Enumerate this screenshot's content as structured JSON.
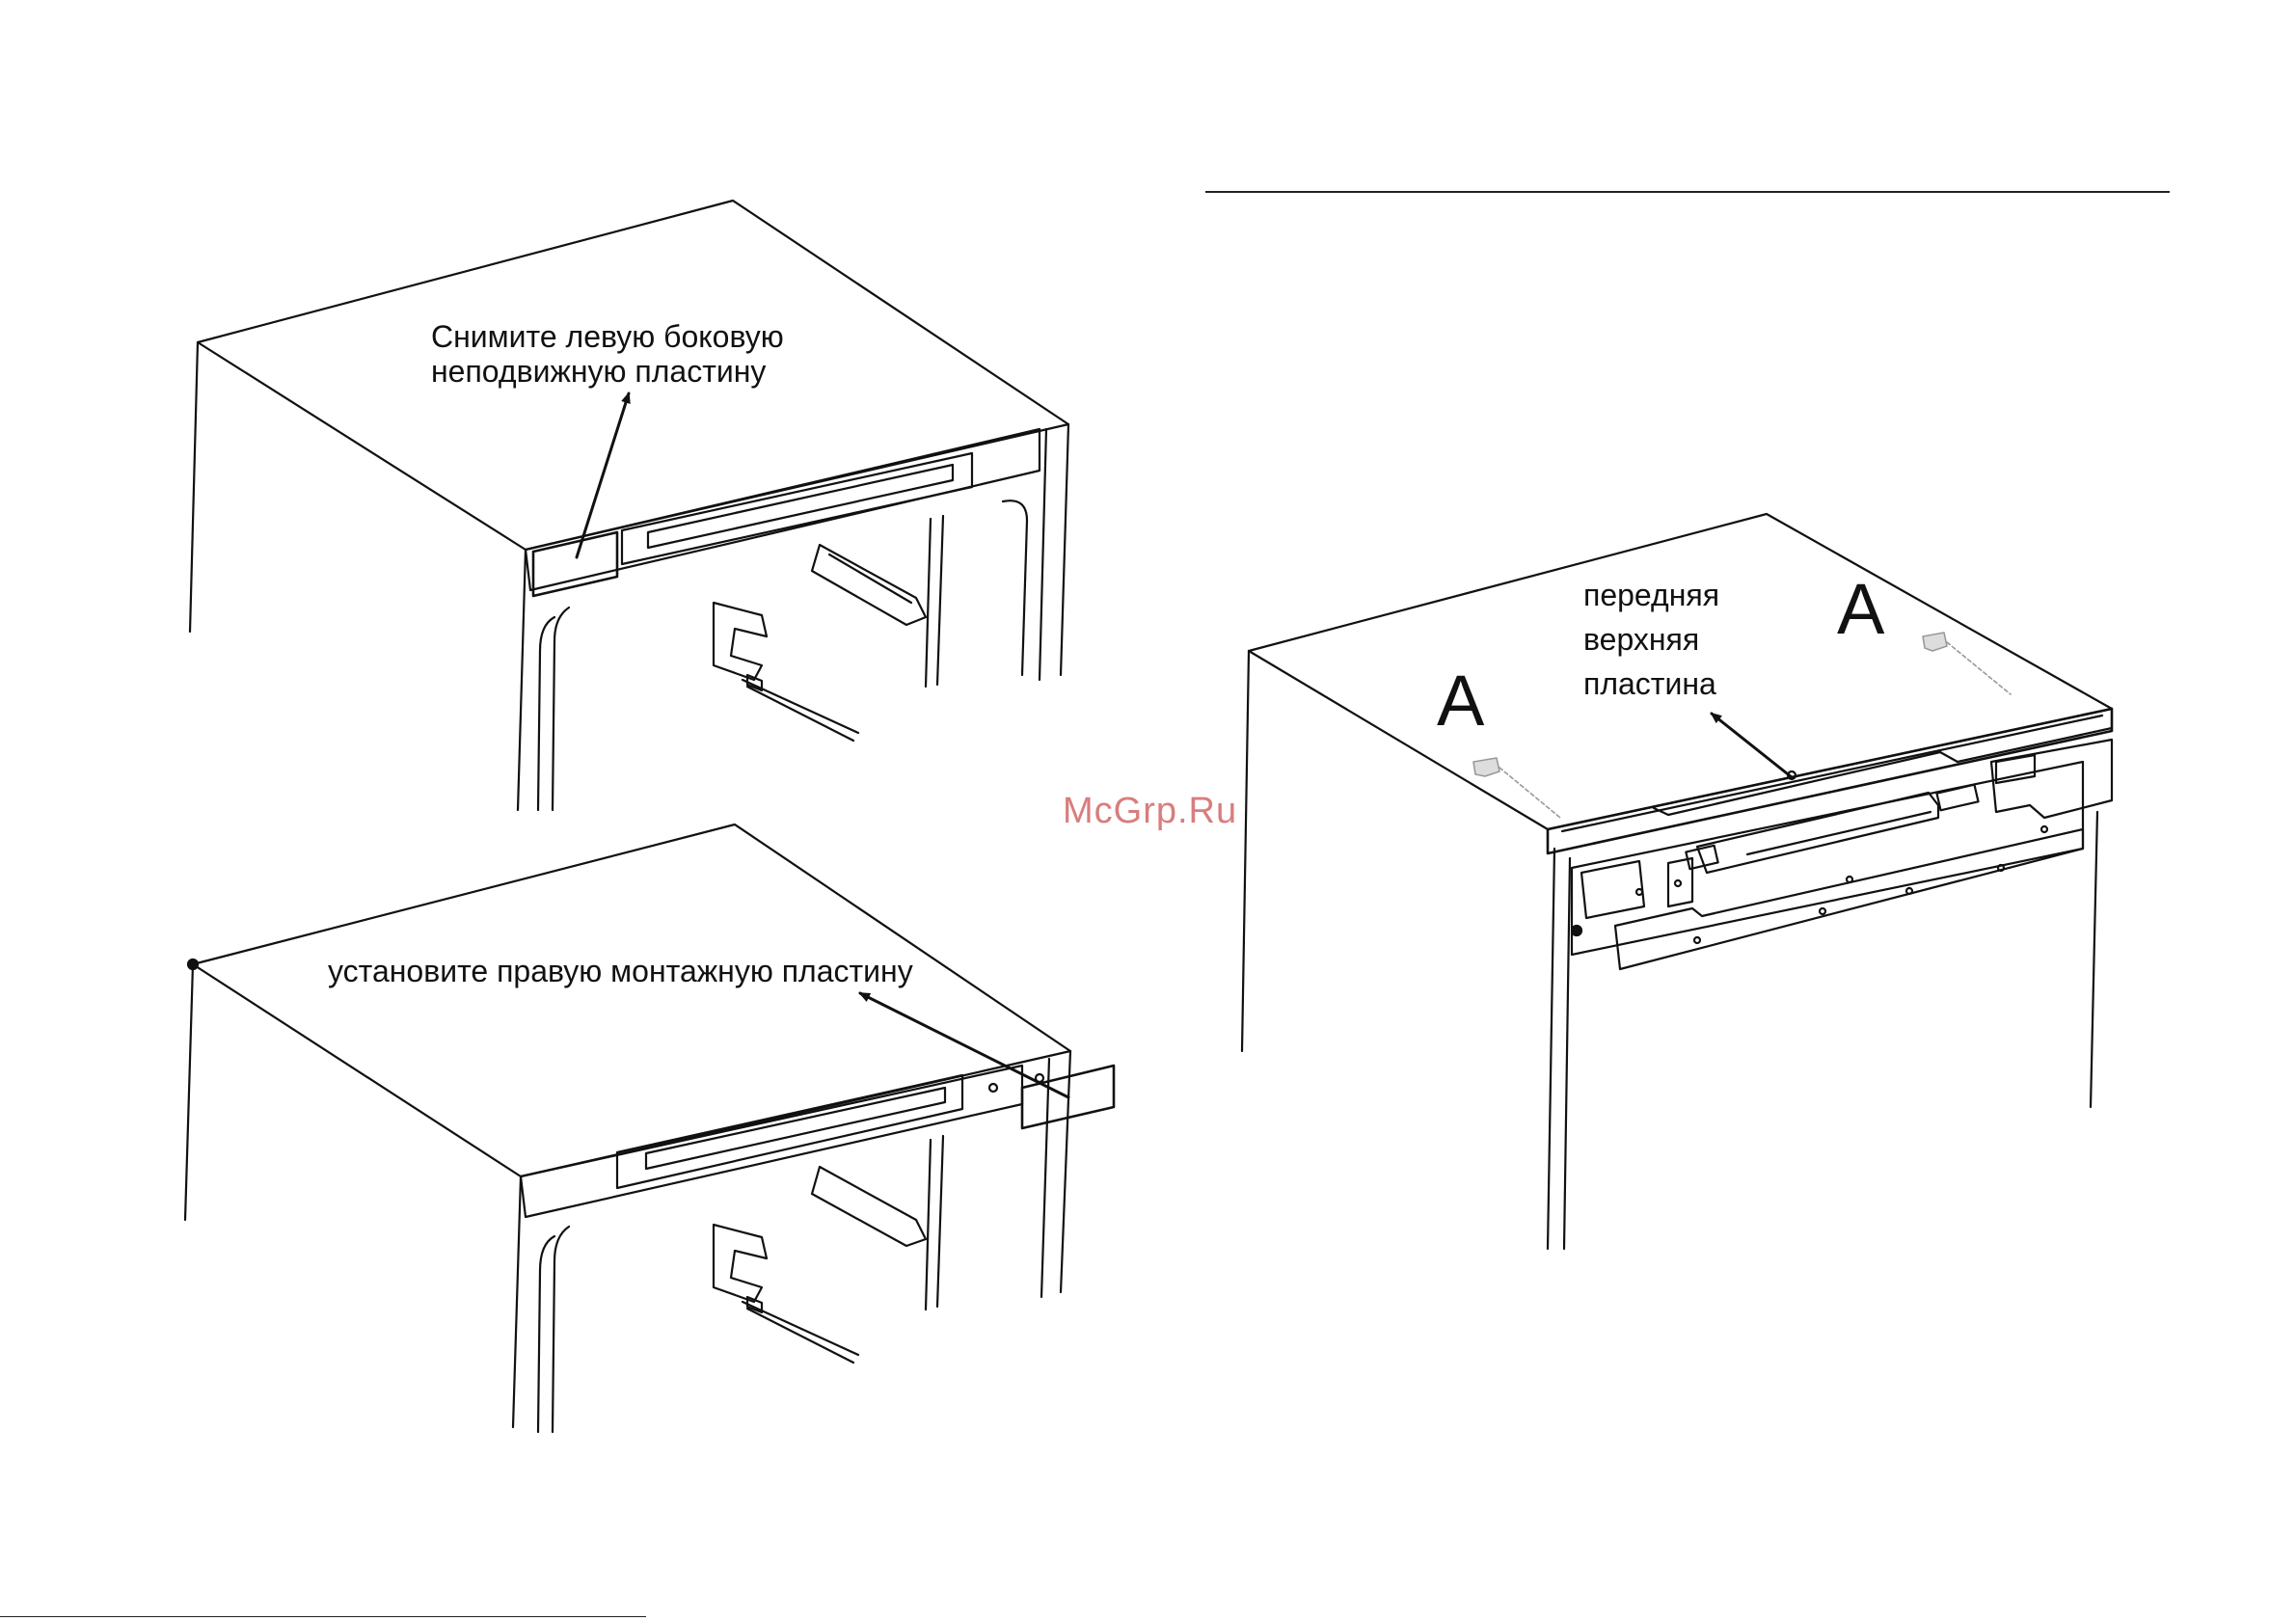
{
  "figure1": {
    "callout_line1": "Снимите левую боковую",
    "callout_line2": "неподвижную пластину"
  },
  "figure2": {
    "callout": "установите правую монтажную пластину"
  },
  "figure3": {
    "marker_left": "A",
    "marker_right": "A",
    "callout_line1": "передняя",
    "callout_line2": "верхняя",
    "callout_line3": "пластина"
  },
  "watermark": "McGrp.Ru",
  "colors": {
    "line": "#111111",
    "watermark": "#d97d7d"
  }
}
